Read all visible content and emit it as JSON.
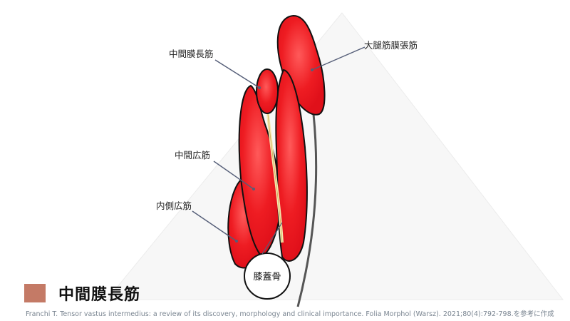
{
  "diagram": {
    "labels": {
      "tva_ml": "中間膜長筋",
      "tfl": "大腿筋膜張筋",
      "vi": "中間広筋",
      "vm": "内側広筋",
      "patella": "膝蓋骨"
    },
    "colors": {
      "muscle": "#e8141c",
      "outline": "#111111",
      "tendon": "#f6e7b0",
      "fascia_line": "#555555",
      "leader": "#555e78"
    }
  },
  "legend": {
    "label": "中間膜長筋",
    "color": "#c47a66"
  },
  "citation": "Franchi T. Tensor vastus intermedius: a review of its discovery, morphology and clinical importance. Folia Morphol (Warsz). 2021;80(4):792-798.を参考に作成"
}
